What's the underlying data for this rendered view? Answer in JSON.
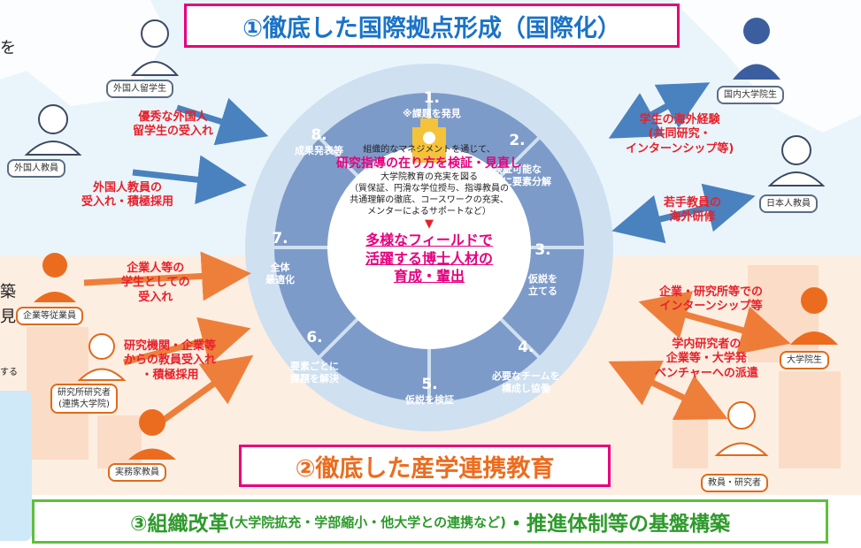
{
  "banners": {
    "top": "①徹底した国際拠点形成（国際化）",
    "middle": "②徹底した産学連携教育",
    "bottom_main": "③組織改革",
    "bottom_paren": "(大学院拡充・学部縮小・他大学との連携など)",
    "bottom_tail": "・推進体制等の基盤構築"
  },
  "cycle": [
    {
      "num": "1.",
      "text": "※課題を発見"
    },
    {
      "num": "2.",
      "text": "検証可能な\n問いに要素分解"
    },
    {
      "num": "3.",
      "text": "仮説を\n立てる"
    },
    {
      "num": "4.",
      "text": "必要なチームを\n構成し協働"
    },
    {
      "num": "5.",
      "text": "仮説を検証"
    },
    {
      "num": "6.",
      "text": "要素ごとに\n課題を解決"
    },
    {
      "num": "7.",
      "text": "全体\n最適化"
    },
    {
      "num": "8.",
      "text": "成果発表等"
    }
  ],
  "center": {
    "line1": "組織的なマネジメントを通じて、",
    "line2": "研究指導の在り方を検証・見直し",
    "line3": "大学院教育の充実を図る",
    "line4a": "（質保証、円滑な学位授与、指導教員の",
    "line4b": "共通理解の徹底、コースワークの充実、",
    "line4c": "メンターによるサポートなど）",
    "arrow": "▼",
    "line5a": "多様なフィールドで",
    "line5b": "活躍する博士人材の",
    "line5c": "育成・輩出"
  },
  "people": {
    "intl_student": "外国人留学生",
    "intl_faculty": "外国人教員",
    "corp_employee": "企業等従業員",
    "research_inst": "研究所研究者\n(連携大学院)",
    "practitioner": "実務家教員",
    "domestic_grad": "国内大学院生",
    "jp_faculty": "日本人教員",
    "grad_student": "大学院生",
    "faculty_researcher": "教員・研究者"
  },
  "labels": {
    "accept_intl": "優秀な外国人\n留学生の受入れ",
    "accept_intl_faculty": "外国人教員の\n受入れ・積極採用",
    "overseas_exp": "学生の海外経験\n(共同研究・\nインターンシップ等)",
    "young_faculty": "若手教員の\n海外研修",
    "corp_as_students": "企業人等の\n学生としての\n受入れ",
    "faculty_from_corp": "研究機関・企業等\nからの教員受入れ\n・積極採用",
    "internship": "企業・研究所等での\nインターンシップ等",
    "dispatch": "学内研究者の\n企業等・大学発\nベンチャーへの派遣"
  },
  "edge_text": {
    "left_top": "を",
    "left_mid_a": "築",
    "left_mid_b": "見",
    "left_small": "する"
  },
  "colors": {
    "pink_border": "#e6007e",
    "blue_title": "#1a73c8",
    "orange_title": "#ec6c1f",
    "green_border": "#5fbf3c",
    "green_title": "#2e9a2c",
    "wheel_segment": "#7d9bc9",
    "wheel_light": "#cfe0f0",
    "label_red": "#e8202a"
  }
}
